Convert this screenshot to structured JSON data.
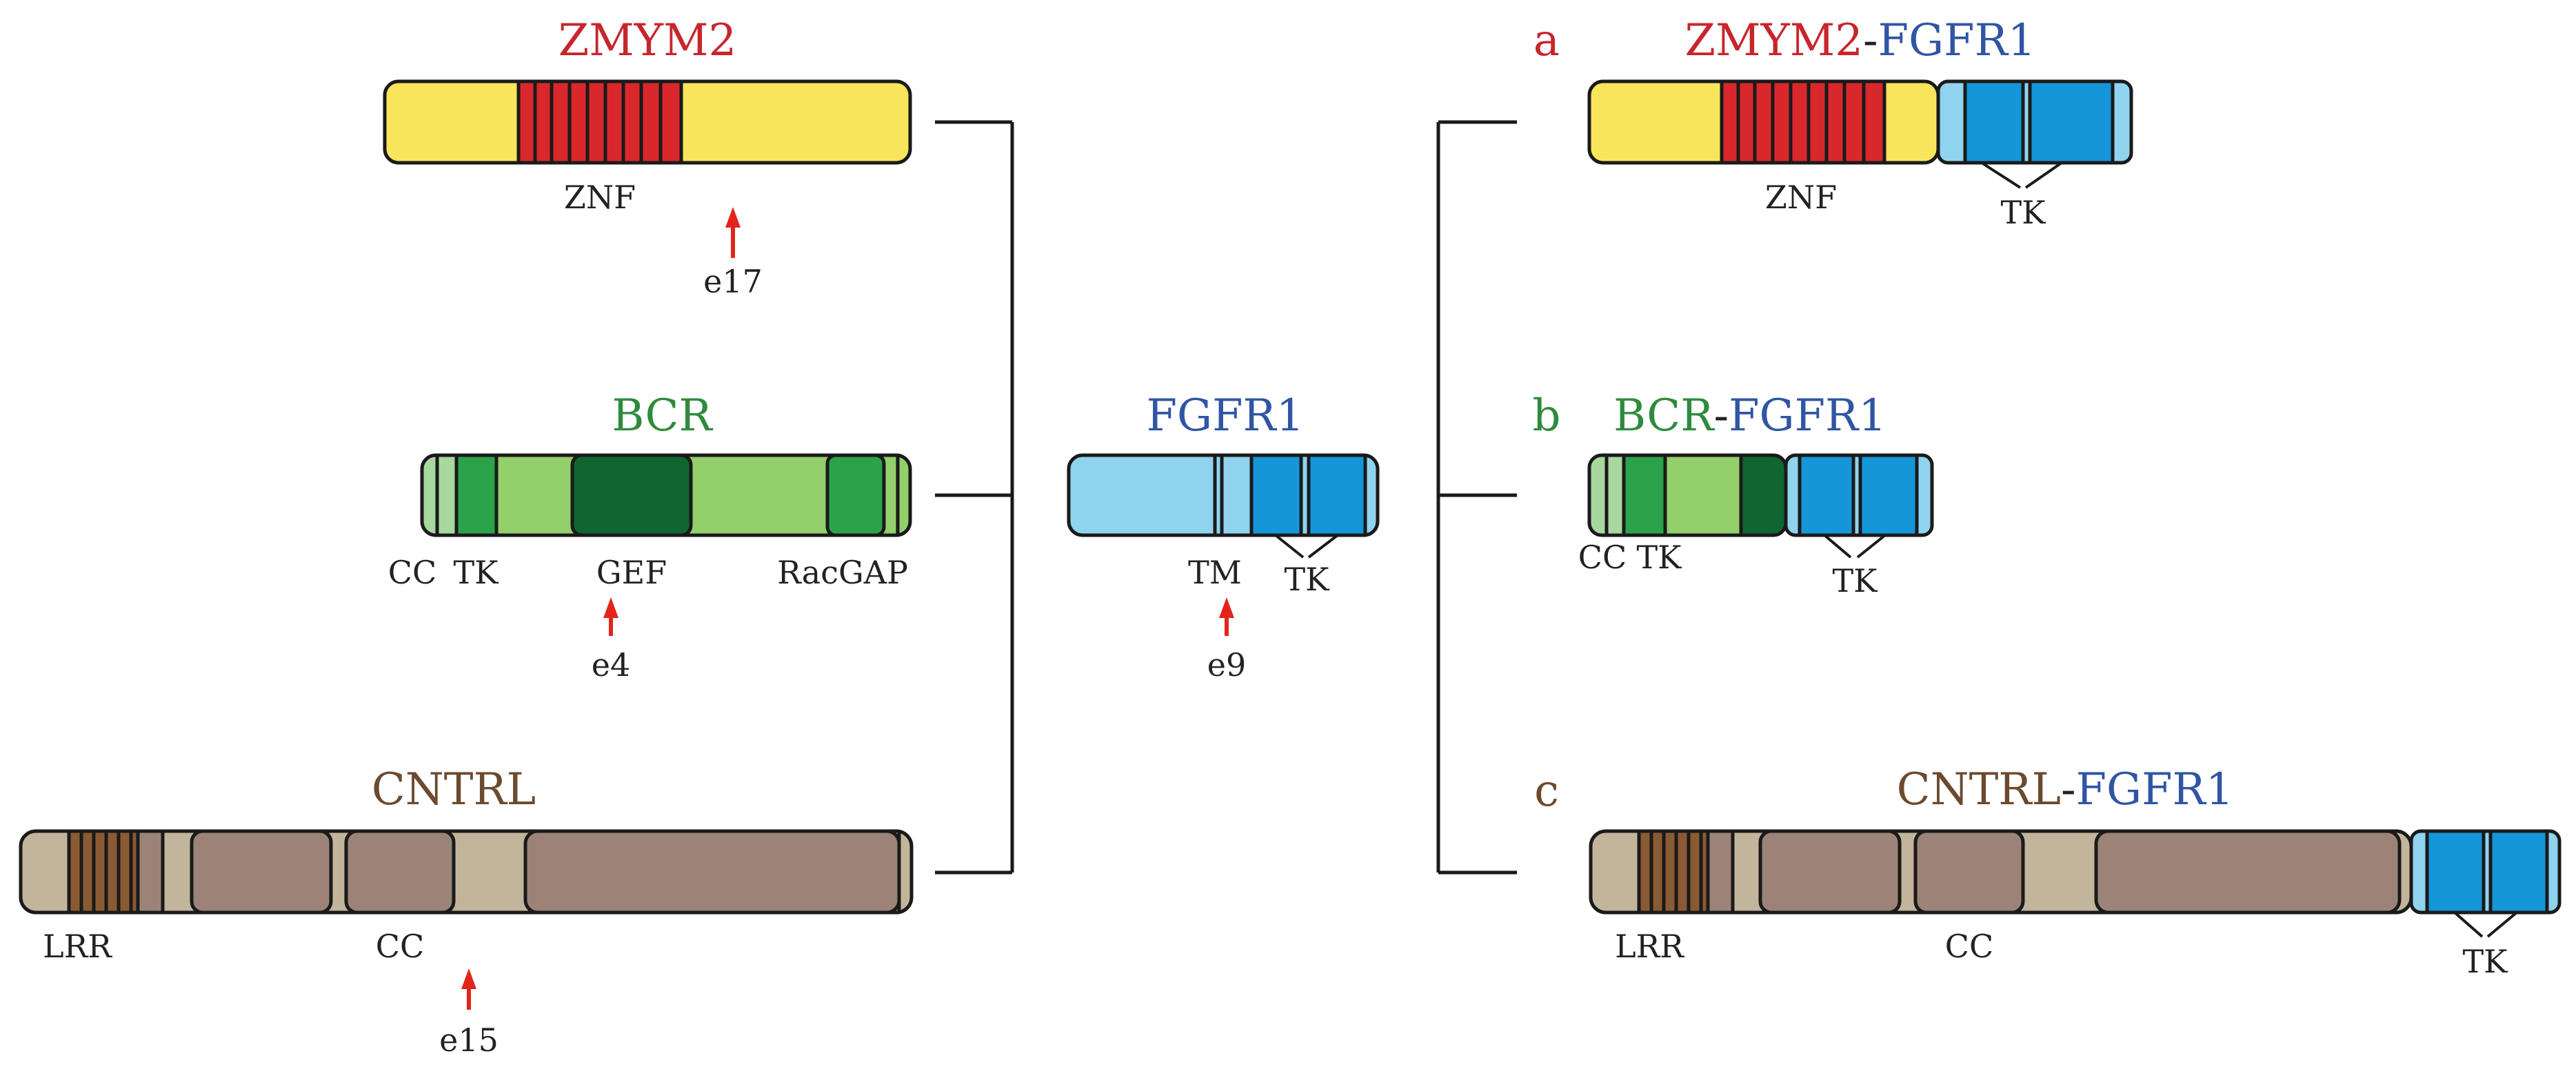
{
  "colors": {
    "zmym2_title": "#c8252c",
    "bcr_title": "#2e8b3d",
    "cntrl_title": "#6b4a2e",
    "fgfr1_title": "#2f55a4",
    "arrow": "#e3241b",
    "outline": "#1a1a1a",
    "zmym2_body": "#f9e55c",
    "zmym2_znf": "#d9282c",
    "bcr_light": "#93cf6b",
    "bcr_mid": "#2aa34b",
    "bcr_dark": "#0f6630",
    "bcr_pale": "#a8d7a0",
    "cntrl_body": "#c2b59c",
    "cntrl_domain": "#9b8477",
    "cntrl_lrr": "#8a5a33",
    "fgfr1_light": "#8fd3ee",
    "fgfr1_tk": "#1496d9"
  },
  "left": {
    "zmym2": {
      "title": "ZMYM2",
      "domain": "ZNF",
      "breakpoint": "e17"
    },
    "bcr": {
      "title": "BCR",
      "domains": [
        "CC",
        "TK",
        "GEF",
        "RacGAP"
      ],
      "breakpoint": "e4"
    },
    "cntrl": {
      "title": "CNTRL",
      "domains": [
        "LRR",
        "CC"
      ],
      "breakpoint": "e15"
    }
  },
  "center": {
    "fgfr1": {
      "title": "FGFR1",
      "domains": [
        "TM",
        "TK"
      ],
      "breakpoint": "e9"
    }
  },
  "right": {
    "a": {
      "letter": "a",
      "partner": "ZMYM2",
      "dash": "-",
      "fgfr1": "FGFR1",
      "domains": [
        "ZNF",
        "TK"
      ]
    },
    "b": {
      "letter": "b",
      "partner": "BCR",
      "dash": "-",
      "fgfr1": "FGFR1",
      "domains": [
        "CC",
        "TK",
        "TK"
      ]
    },
    "c": {
      "letter": "c",
      "partner": "CNTRL",
      "dash": "-",
      "fgfr1": "FGFR1",
      "domains": [
        "LRR",
        "CC",
        "TK"
      ]
    }
  }
}
